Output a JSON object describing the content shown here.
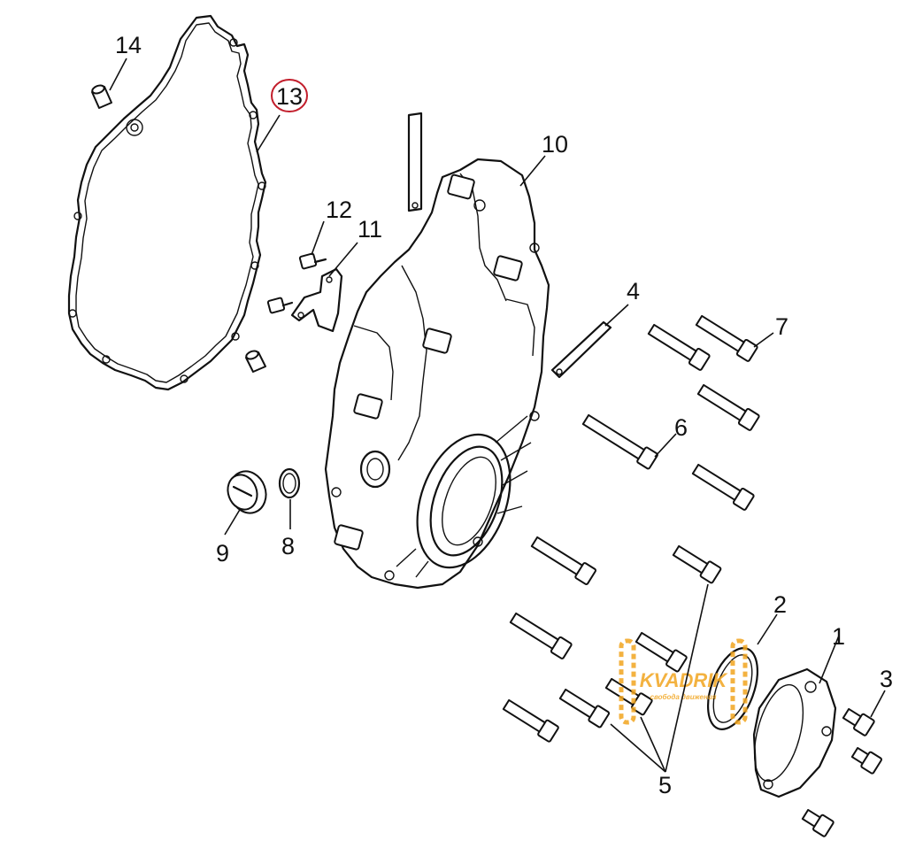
{
  "callouts": [
    {
      "id": "1",
      "label": "1"
    },
    {
      "id": "2",
      "label": "2"
    },
    {
      "id": "3",
      "label": "3"
    },
    {
      "id": "4",
      "label": "4"
    },
    {
      "id": "5",
      "label": "5"
    },
    {
      "id": "6",
      "label": "6"
    },
    {
      "id": "7",
      "label": "7"
    },
    {
      "id": "8",
      "label": "8"
    },
    {
      "id": "9",
      "label": "9"
    },
    {
      "id": "10",
      "label": "10"
    },
    {
      "id": "11",
      "label": "11"
    },
    {
      "id": "12",
      "label": "12"
    },
    {
      "id": "13",
      "label": "13",
      "highlighted": true
    },
    {
      "id": "14",
      "label": "14"
    }
  ],
  "highlight_color": "#c21d2b",
  "watermark": {
    "brand": "KVADRIK",
    "tagline": "свобода движения",
    "color": "#f2a51f"
  }
}
